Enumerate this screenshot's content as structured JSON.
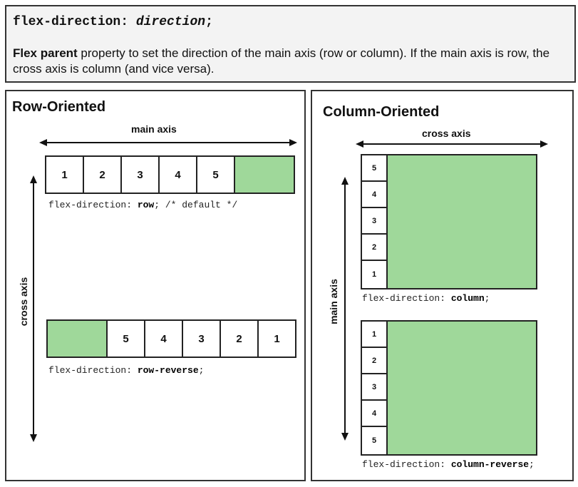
{
  "header": {
    "syntax_prop": "flex-direction:",
    "syntax_value": "direction",
    "syntax_end": ";",
    "desc_bold": "Flex parent",
    "desc_text": " property to set the direction of the main axis (row or column). If the main axis is row, the cross axis is column (and vice versa)."
  },
  "row_panel": {
    "title": "Row-Oriented",
    "main_axis_label": "main axis",
    "cross_axis_label": "cross axis",
    "row_items": [
      "1",
      "2",
      "3",
      "4",
      "5"
    ],
    "row_code_prefix": "flex-direction: ",
    "row_code_value": "row",
    "row_code_suffix": "; /* default */",
    "reverse_items": [
      "5",
      "4",
      "3",
      "2",
      "1"
    ],
    "reverse_code_prefix": "flex-direction: ",
    "reverse_code_value": "row-reverse",
    "reverse_code_suffix": ";"
  },
  "column_panel": {
    "title": "Column-Oriented",
    "cross_axis_label": "cross axis",
    "main_axis_label": "main axis",
    "column_items": [
      "5",
      "4",
      "3",
      "2",
      "1"
    ],
    "column_code_prefix": "flex-direction: ",
    "column_code_value": "column",
    "column_code_suffix": ";",
    "reverse_items": [
      "1",
      "2",
      "3",
      "4",
      "5"
    ],
    "reverse_code_prefix": "flex-direction: ",
    "reverse_code_value": "column-reverse",
    "reverse_code_suffix": ";"
  },
  "colors": {
    "fill": "#9fd89a",
    "border": "#222222",
    "header_bg": "#f3f3f3"
  }
}
